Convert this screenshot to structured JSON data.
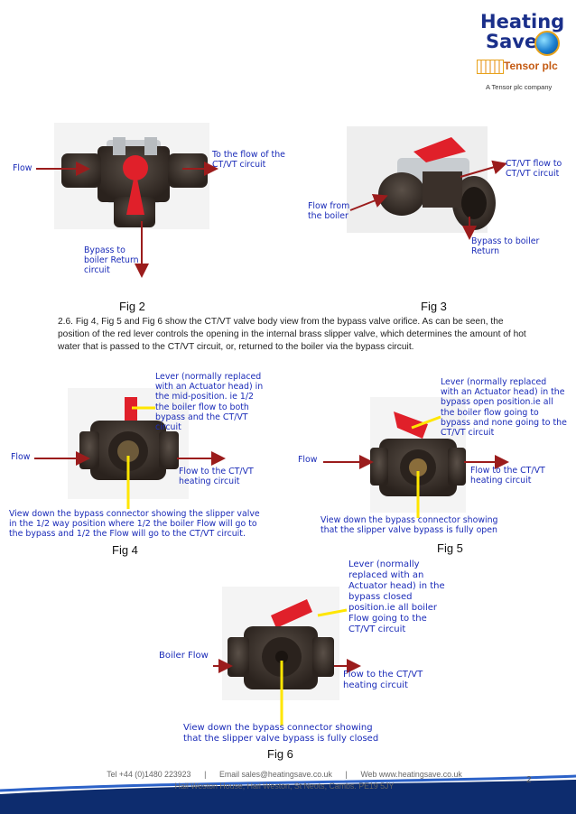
{
  "brand": {
    "name_line1": "Heating",
    "name_line2": "Save",
    "partner": "Tensor plc",
    "tagline": "A Tensor plc company"
  },
  "fig2": {
    "caption": "Fig 2",
    "flow": "Flow",
    "to_flow": "To the flow of the CT/VT circuit",
    "bypass": "Bypass to boiler Return circuit"
  },
  "fig3": {
    "caption": "Fig 3",
    "ctvt": "CT/VT flow to CT/VT circuit",
    "flow_from": "Flow from the boiler",
    "bypass": "Bypass to boiler Return"
  },
  "paragraph": "2.6.  Fig 4, Fig 5 and Fig 6 show the CT/VT valve body view from the bypass valve orifice. As can be seen, the position of the red lever controls the opening in the internal brass slipper valve, which determines the amount of hot water that is passed to the CT/VT circuit, or, returned to the boiler via the bypass circuit.",
  "fig4": {
    "caption": "Fig 4",
    "lever": "Lever (normally replaced with an Actuator head) in the mid-position. ie 1/2 the boiler flow to both bypass and the CT/VT circuit",
    "flow": "Flow",
    "flow_to": "Flow to the CT/VT heating circuit",
    "view": "View down the bypass connector showing the slipper valve in the 1/2 way position where 1/2 the boiler Flow will go to the bypass and 1/2 the Flow will go to the CT/VT circuit."
  },
  "fig5": {
    "caption": "Fig 5",
    "lever": "Lever (normally replaced with an Actuator head) in the bypass open position.ie all the boiler flow going to bypass and none going to the CT/VT circuit",
    "flow": "Flow",
    "flow_to": "Flow to the CT/VT heating circuit",
    "view": "View down the bypass connector showing that the slipper valve bypass is fully open"
  },
  "fig6": {
    "caption": "Fig 6",
    "lever": "Lever (normally replaced with an Actuator head) in the bypass closed position.ie all boiler Flow going to the CT/VT circuit",
    "boiler_flow": "Boiler Flow",
    "flow_to": "Flow to the CT/VT heating circuit",
    "view": "View down the bypass connector showing that the slipper valve bypass is fully closed"
  },
  "footer": {
    "line1": "Tel +44 (0)1480 223923      |      Email sales@heatingsave.co.uk      |      Web www.heatingsave.co.uk",
    "line2": "Hail Weston House, Hail Weston, St Neots, Cambs. PE19 5JY",
    "page": "2"
  },
  "colors": {
    "label_blue": "#1a2bb8",
    "arrow_red": "#9b1c1c",
    "lever_red": "#e0202a",
    "yellow": "#ffe600",
    "footer_navy": "#0d2c6e"
  }
}
